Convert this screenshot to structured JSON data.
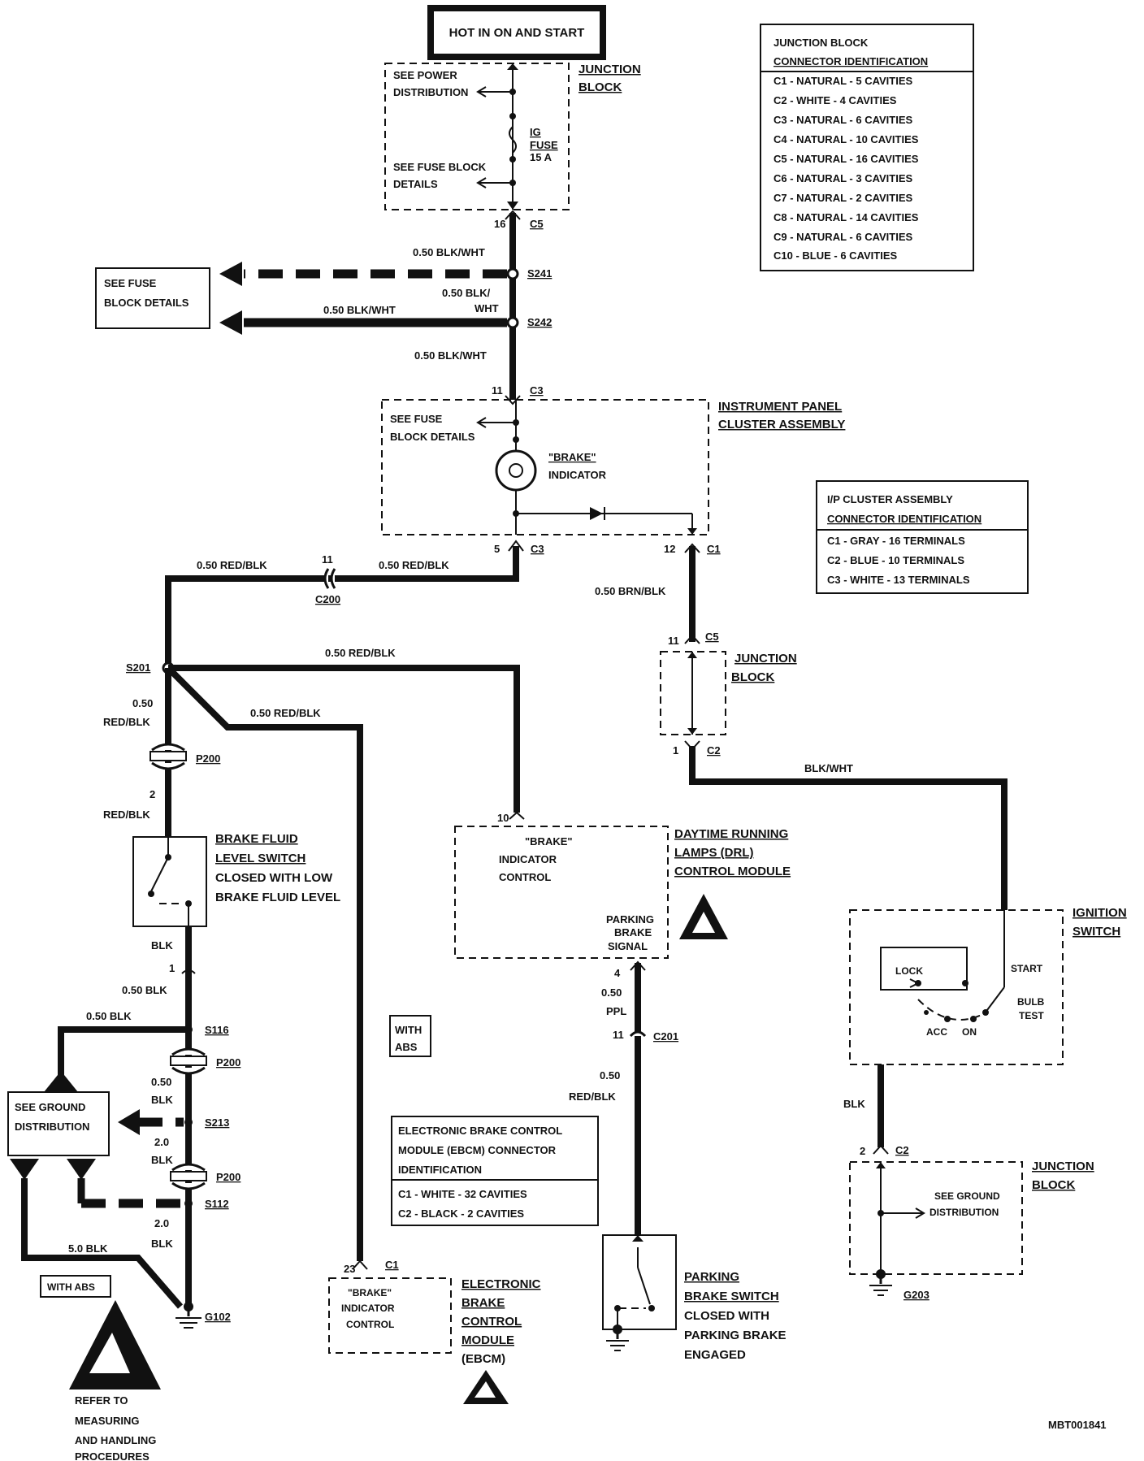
{
  "power": {
    "title": "HOT IN ON AND START"
  },
  "jb_top": {
    "name1": "JUNCTION",
    "name2": "BLOCK",
    "see_power1": "SEE POWER",
    "see_power2": "DISTRIBUTION",
    "fuse1": "IG",
    "fuse2": "FUSE",
    "fuse3": "15 A",
    "see_fuse1": "SEE FUSE BLOCK",
    "see_fuse2": "DETAILS",
    "pin": "16",
    "conn": "C5"
  },
  "jb_conn": {
    "title1": "JUNCTION BLOCK",
    "title2": "CONNECTOR IDENTIFICATION",
    "rows": [
      "C1 - NATURAL - 5 CAVITIES",
      "C2 - WHITE - 4 CAVITIES",
      "C3 - NATURAL - 6 CAVITIES",
      "C4 - NATURAL - 10 CAVITIES",
      "C5 - NATURAL - 16 CAVITIES",
      "C6 - NATURAL - 3 CAVITIES",
      "C7 - NATURAL - 2 CAVITIES",
      "C8 - NATURAL - 14 CAVITIES",
      "C9 - NATURAL - 6 CAVITIES",
      "C10 - BLUE - 6 CAVITIES"
    ]
  },
  "fuse_box": {
    "line1": "SEE FUSE",
    "line2": "BLOCK DETAILS"
  },
  "wires_top": {
    "w1": "0.50 BLK/WHT",
    "s241": "S241",
    "w2a": "0.50 BLK/",
    "w2b": "WHT",
    "s242": "S242",
    "w3": "0.50 BLK/WHT",
    "w4": "0.50 BLK/WHT"
  },
  "ipc": {
    "name1": "INSTRUMENT PANEL",
    "name2": "CLUSTER ASSEMBLY",
    "pin_top": "11",
    "conn_top": "C3",
    "see_fuse1": "SEE FUSE",
    "see_fuse2": "BLOCK DETAILS",
    "ind1": "\"BRAKE\"",
    "ind2": "INDICATOR",
    "pin_l": "5",
    "conn_l": "C3",
    "pin_r": "12",
    "conn_r": "C1"
  },
  "ipc_conn": {
    "title1": "I/P CLUSTER ASSEMBLY",
    "title2": "CONNECTOR IDENTIFICATION",
    "rows": [
      "C1 - GRAY - 16 TERMINALS",
      "C2 - BLUE - 10 TERMINALS",
      "C3 - WHITE - 13 TERMINALS"
    ]
  },
  "left_wires": {
    "c200_w_l": "0.50 RED/BLK",
    "c200_pin": "11",
    "c200_w_r": "0.50 RED/BLK",
    "c200": "C200",
    "s201": "S201",
    "s201_w1": "0.50",
    "s201_w2": "RED/BLK",
    "p200": "P200",
    "p200_pin": "2",
    "p200_w": "RED/BLK",
    "drl_w": "0.50 RED/BLK",
    "ebcm_w": "0.50 RED/BLK"
  },
  "brake_fluid": {
    "l1": "BRAKE FLUID",
    "l2": "LEVEL SWITCH",
    "l3": "CLOSED WITH LOW",
    "l4": "BRAKE FLUID LEVEL"
  },
  "ground_wires": {
    "blk": "BLK",
    "pin1": "1",
    "w050": "0.50 BLK",
    "s116_w": "0.50 BLK",
    "s116": "S116",
    "p200b": "P200",
    "s213_w1": "0.50",
    "s213_w2": "BLK",
    "s213": "S213",
    "w20a1": "2.0",
    "w20a2": "BLK",
    "p200c": "P200",
    "s112": "S112",
    "w20b1": "2.0",
    "w20b2": "BLK",
    "w50": "5.0 BLK",
    "g102": "G102"
  },
  "ground_box": {
    "l1": "SEE GROUND",
    "l2": "DISTRIBUTION"
  },
  "with_abs_small": "WITH ABS",
  "esd_left": {
    "l1": "REFER TO",
    "l2": "MEASURING",
    "l3": "AND HANDLING",
    "l4": "PROCEDURES"
  },
  "with_abs_center": {
    "l1": "WITH",
    "l2": "ABS"
  },
  "ebcm_conn": {
    "title1": "ELECTRONIC BRAKE CONTROL",
    "title2": "MODULE (EBCM) CONNECTOR",
    "title3": "IDENTIFICATION",
    "rows": [
      "C1 - WHITE - 32 CAVITIES",
      "C2 - BLACK - 2 CAVITIES"
    ]
  },
  "ebcm": {
    "pin": "23",
    "conn": "C1",
    "b1": "\"BRAKE\"",
    "b2": "INDICATOR",
    "b3": "CONTROL",
    "n1": "ELECTRONIC",
    "n2": "BRAKE",
    "n3": "CONTROL",
    "n4": "MODULE",
    "n5": "(EBCM)"
  },
  "drl": {
    "pin_top": "10",
    "b1": "\"BRAKE\"",
    "b2": "INDICATOR",
    "b3": "CONTROL",
    "p1": "PARKING",
    "p2": "BRAKE",
    "p3": "SIGNAL",
    "n1": "DAYTIME RUNNING",
    "n2": "LAMPS (DRL)",
    "n3": "CONTROL MODULE",
    "pin_bot": "4",
    "w1": "0.50",
    "w2": "PPL",
    "c201_pin": "11",
    "c201": "C201",
    "w3": "0.50",
    "w4": "RED/BLK"
  },
  "parking": {
    "l1": "PARKING",
    "l2": "BRAKE SWITCH",
    "l3": "CLOSED WITH",
    "l4": "PARKING BRAKE",
    "l5": "ENGAGED"
  },
  "right_wires": {
    "brn": "0.50 BRN/BLK",
    "jb_pin_top": "11",
    "jb_conn_top": "C5",
    "jb_n1": "JUNCTION",
    "jb_n2": "BLOCK",
    "jb_pin_bot": "1",
    "jb_conn_bot": "C2",
    "blkwht": "BLK/WHT"
  },
  "ignition": {
    "n1": "IGNITION",
    "n2": "SWITCH",
    "lock": "LOCK",
    "start": "START",
    "bulb1": "BULB",
    "bulb2": "TEST",
    "acc": "ACC",
    "on": "ON",
    "blk": "BLK",
    "pin": "2",
    "conn": "C2"
  },
  "jb_bottom": {
    "n1": "JUNCTION",
    "n2": "BLOCK",
    "sg1": "SEE GROUND",
    "sg2": "DISTRIBUTION",
    "g203": "G203"
  },
  "figure_id": "MBT001841"
}
